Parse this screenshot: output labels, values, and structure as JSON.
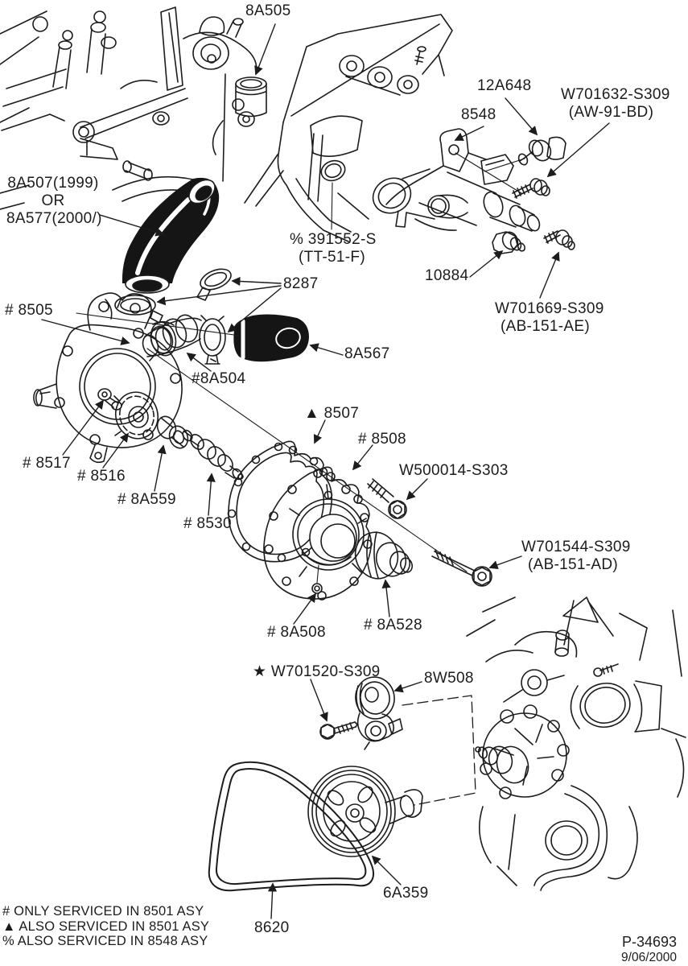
{
  "page": {
    "ink": "#1c1c1c",
    "paper": "#ffffff",
    "description": "Ford water pump and related parts exploded-view illustration"
  },
  "labels": {
    "p8a505": "8A505",
    "p12a648": "12A648",
    "w701632_1": "W701632-S309",
    "w701632_2": "(AW-91-BD)",
    "p8548": "8548",
    "hose_line1": "8A507(1999)",
    "hose_line2": "OR",
    "hose_line3": "8A577(2000/)",
    "p391552_1": "% 391552-S",
    "p391552_2": "(TT-51-F)",
    "p10884": "10884",
    "w701669_1": "W701669-S309",
    "w701669_2": "(AB-151-AE)",
    "p8287": "8287",
    "p8505": "# 8505",
    "p8a567": "8A567",
    "p8a504": "#8A504",
    "p8507": "▲ 8507",
    "p8508": "# 8508",
    "w500014": "W500014-S303",
    "p8517": "# 8517",
    "p8516": "# 8516",
    "p8a559": "# 8A559",
    "p8530": "# 8530",
    "w701544_1": "W701544-S309",
    "w701544_2": "(AB-151-AD)",
    "p8a508": "# 8A508",
    "p8a528": "# 8A528",
    "w701520": "★ W701520-S309",
    "p8w508": "8W508",
    "p6a359": "6A359",
    "p8620": "8620"
  },
  "footnotes": {
    "f1": "# ONLY SERVICED IN 8501 ASY",
    "f2": "▲ ALSO SERVICED IN 8501 ASY",
    "f3": "% ALSO SERVICED IN 8548 ASY"
  },
  "doc": {
    "number": "P-34693",
    "date": "9/06/2000"
  }
}
